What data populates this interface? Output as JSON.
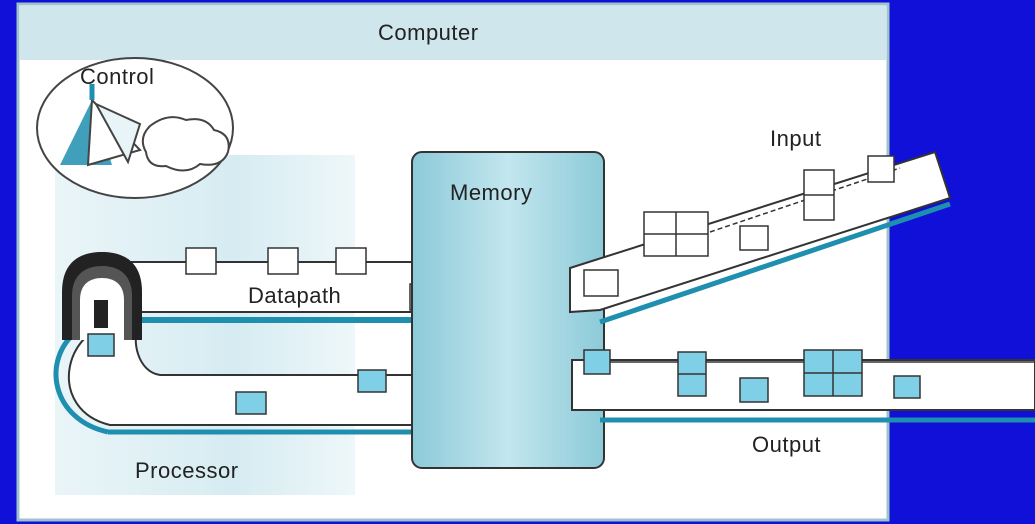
{
  "diagram": {
    "labels": {
      "computer": "Computer",
      "control": "Control",
      "memory": "Memory",
      "input": "Input",
      "datapath": "Datapath",
      "output": "Output",
      "processor": "Processor"
    },
    "colors": {
      "outer_background": "#1010d8",
      "panel": "#ffffff",
      "panel_border": "#9ec3cc",
      "header_band": "#cfe6ec",
      "processor_region": "#e6f3f6",
      "memory_fill": "#a9d8e2",
      "accent": "#1f8fb0",
      "data_block": "#7fd0e6",
      "outline": "#333333"
    }
  }
}
